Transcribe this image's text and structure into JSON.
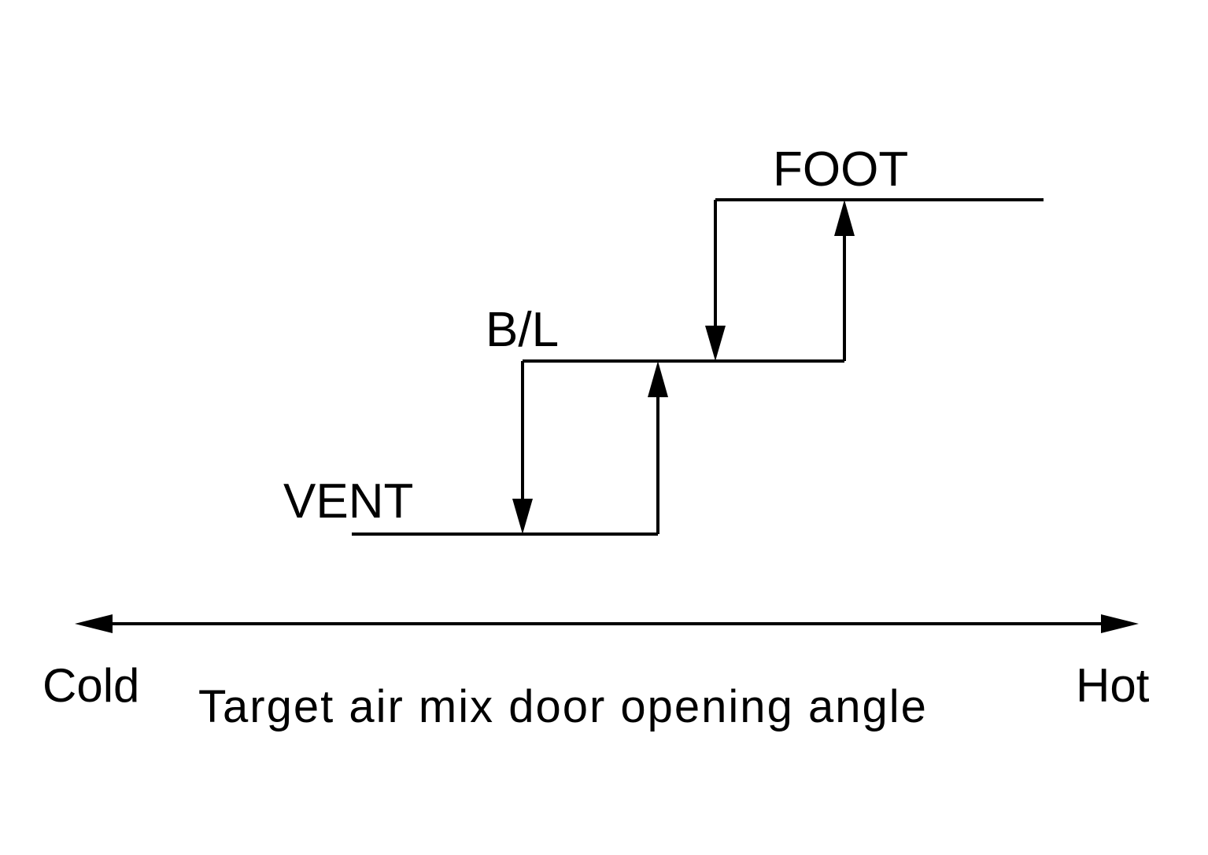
{
  "diagram": {
    "modes": [
      {
        "id": "vent",
        "label": "VENT"
      },
      {
        "id": "bl",
        "label": "B/L"
      },
      {
        "id": "foot",
        "label": "FOOT"
      }
    ],
    "axis": {
      "left_label": "Cold",
      "right_label": "Hot",
      "title": "Target air mix door opening angle"
    }
  }
}
